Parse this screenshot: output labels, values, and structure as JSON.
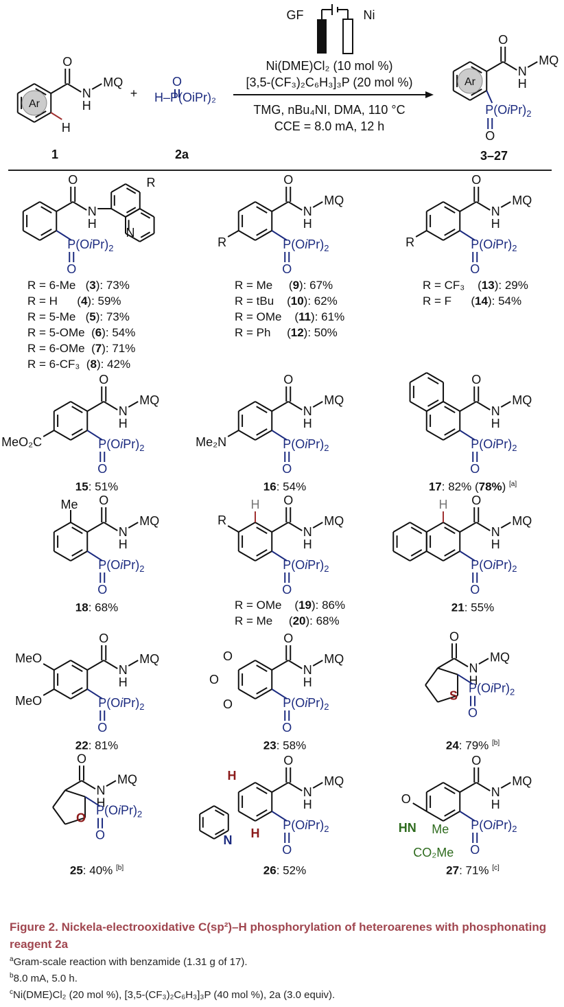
{
  "colors": {
    "blue": "#1b2a7f",
    "red": "#8b1a1a",
    "green": "#2e6b1e",
    "caption": "#a0464f"
  },
  "atoms": {
    "O": "O",
    "N": "N",
    "H": "H",
    "MQ": "MQ",
    "P": "P(O",
    "iPr": "i",
    "Pr": "Pr)",
    "sub2": "2",
    "Ar": "Ar",
    "S": "S"
  },
  "scheme": {
    "electrode_left": "GF",
    "electrode_right": "Ni",
    "cond1": "Ni(DME)Cl₂ (10 mol %)",
    "cond2": "[3,5-(CF₃)₂C₆H₃]₃P (20 mol %)",
    "cond3": "TMG, nBu₄NI, DMA, 110 °C",
    "cond4": "CCE = 8.0 mA, 12 h",
    "plus": "+",
    "reagent": "H–P(OiPr)₂",
    "label1": "1",
    "label2": "2a",
    "label3": "3–27"
  },
  "compounds": [
    {
      "subs": [
        {
          "t": "R",
          "pos": "q"
        }
      ],
      "quin": true,
      "lines": [
        [
          "R = 6-Me",
          "3",
          "73%"
        ],
        [
          "R = H",
          "4",
          "59%"
        ],
        [
          "R = 5-Me",
          "5",
          "73%"
        ],
        [
          "R = 5-OMe",
          "6",
          "54%"
        ],
        [
          "R = 6-OMe",
          "7",
          "71%"
        ],
        [
          "R = 6-CF₃",
          "8",
          "42%"
        ]
      ]
    },
    {
      "subs": [
        {
          "t": "R",
          "pos": "v4"
        }
      ],
      "lines": [
        [
          "R = Me",
          "9",
          "67%"
        ],
        [
          "R = tBu",
          "10",
          "62%"
        ],
        [
          "R = OMe",
          "11",
          "61%"
        ],
        [
          "R = Ph",
          "12",
          "50%"
        ]
      ]
    },
    {
      "subs": [
        {
          "t": "R",
          "pos": "v4"
        }
      ],
      "lines": [
        [
          "R = CF₃",
          "13",
          "29%"
        ],
        [
          "R = F",
          "14",
          "54%"
        ]
      ]
    },
    {
      "subs": [
        {
          "t": "MeO₂C",
          "pos": "v4"
        }
      ],
      "single": [
        "15",
        ": 51%",
        ""
      ]
    },
    {
      "subs": [
        {
          "t": "Me₂N",
          "pos": "v4"
        }
      ],
      "single": [
        "16",
        ": 54%",
        ""
      ]
    },
    {
      "fused": "top",
      "single": [
        "17",
        ": 82% (",
        "78%",
        ") ",
        "[a]"
      ]
    },
    {
      "subs": [
        {
          "t": "Me",
          "pos": "v0"
        }
      ],
      "single": [
        "18",
        ": 68%",
        ""
      ]
    },
    {
      "subs": [
        {
          "t": "R",
          "pos": "v5"
        },
        {
          "t": "H",
          "pos": "v0h"
        }
      ],
      "lines": [
        [
          "R = OMe",
          "19",
          "86%"
        ],
        [
          "R = Me",
          "20",
          "68%"
        ]
      ]
    },
    {
      "fused": "left",
      "subs": [
        {
          "t": "H",
          "pos": "v0h"
        }
      ],
      "single": [
        "21",
        ": 55%",
        ""
      ]
    },
    {
      "subs": [
        {
          "t": "MeO",
          "pos": "v5"
        },
        {
          "t": "MeO",
          "pos": "v4"
        }
      ],
      "single": [
        "22",
        ": 81%",
        ""
      ]
    },
    {
      "fused": "dioxole",
      "single": [
        "23",
        ": 58%",
        ""
      ]
    },
    {
      "hetero": "S",
      "single": [
        "24",
        ": 79% ",
        "",
        "",
        "[b]"
      ]
    },
    {
      "hetero": "O",
      "single": [
        "25",
        ": 40% ",
        "",
        "",
        "[b]"
      ]
    },
    {
      "pyridyl": true,
      "single": [
        "26",
        ": 52%",
        ""
      ]
    },
    {
      "ala": true,
      "single": [
        "27",
        ": 71% ",
        "",
        "",
        "[c]"
      ]
    }
  ],
  "ala_labels": {
    "HN": "HN",
    "Me": "Me",
    "ester": "CO₂Me"
  },
  "caption": {
    "title": "Figure 2.  Nickela-electrooxidative C(sp²)–H phosphorylation of heteroarenes with phosphonating reagent 2a"
  },
  "footnotes": [
    {
      "mark": "a",
      "text": "Gram-scale reaction with benzamide (1.31 g of 17)."
    },
    {
      "mark": "b",
      "text": "8.0 mA, 5.0 h."
    },
    {
      "mark": "c",
      "text": "Ni(DME)Cl₂ (20 mol %), [3,5-(CF₃)₂C₆H₃]₃P (40 mol %), 2a (3.0 equiv)."
    }
  ]
}
